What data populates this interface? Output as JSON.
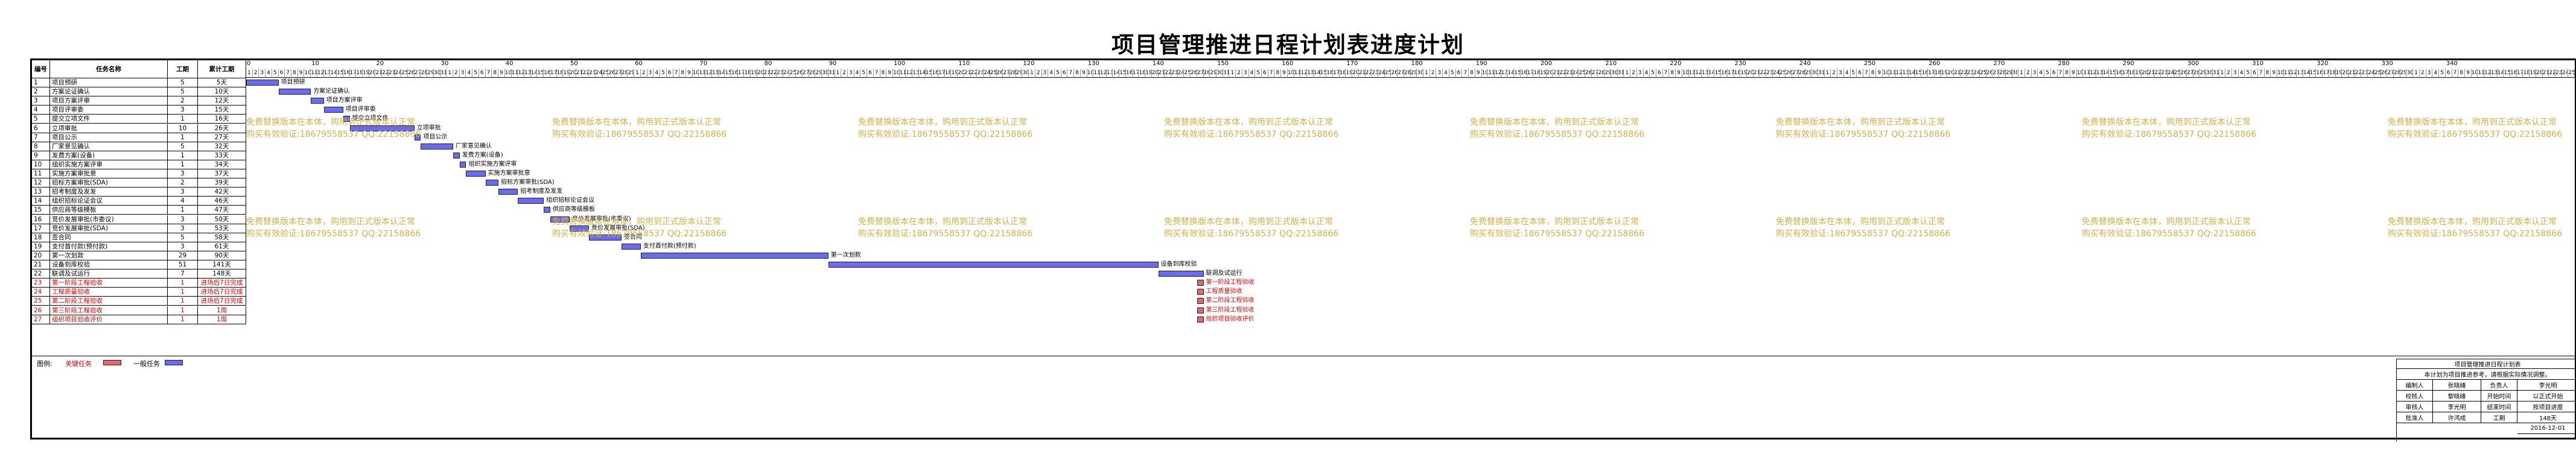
{
  "title": "项目管理推进日程计划表进度计划",
  "table": {
    "headers": {
      "no": "编号",
      "task": "任务名称",
      "days": "工期",
      "cum": "累计工期"
    },
    "rows": [
      {
        "no": "1",
        "task": "项目预研",
        "days": "5",
        "cum": "5天",
        "red": false
      },
      {
        "no": "2",
        "task": "方案论证确认",
        "days": "5",
        "cum": "10天",
        "red": false
      },
      {
        "no": "3",
        "task": "项目方案评审",
        "days": "2",
        "cum": "12天",
        "red": false
      },
      {
        "no": "4",
        "task": "项目评审委",
        "days": "3",
        "cum": "15天",
        "red": false
      },
      {
        "no": "5",
        "task": "提交立项文件",
        "days": "1",
        "cum": "16天",
        "red": false
      },
      {
        "no": "6",
        "task": "立项审批",
        "days": "10",
        "cum": "26天",
        "red": false
      },
      {
        "no": "7",
        "task": "项目公示",
        "days": "1",
        "cum": "27天",
        "red": false
      },
      {
        "no": "8",
        "task": "厂家意见确认",
        "days": "5",
        "cum": "32天",
        "red": false
      },
      {
        "no": "9",
        "task": "发费方案(设备)",
        "days": "1",
        "cum": "33天",
        "red": false
      },
      {
        "no": "10",
        "task": "组织实施方案评审",
        "days": "1",
        "cum": "34天",
        "red": false
      },
      {
        "no": "11",
        "task": "实施方案审批意",
        "days": "3",
        "cum": "37天",
        "red": false
      },
      {
        "no": "12",
        "task": "招标方案审批(SDA)",
        "days": "2",
        "cum": "39天",
        "red": false
      },
      {
        "no": "13",
        "task": "招考制度及发发",
        "days": "3",
        "cum": "42天",
        "red": false
      },
      {
        "no": "14",
        "task": "组织招标论证会议",
        "days": "4",
        "cum": "46天",
        "red": false
      },
      {
        "no": "15",
        "task": "供应商等级模板",
        "days": "1",
        "cum": "47天",
        "red": false
      },
      {
        "no": "16",
        "task": "竞价发展审批(市委议)",
        "days": "3",
        "cum": "50天",
        "red": false
      },
      {
        "no": "17",
        "task": "竞价发展审批(SDA)",
        "days": "3",
        "cum": "53天",
        "red": false
      },
      {
        "no": "18",
        "task": "签合同",
        "days": "5",
        "cum": "58天",
        "red": false
      },
      {
        "no": "19",
        "task": "支付首付款(预付款)",
        "days": "3",
        "cum": "61天",
        "red": false
      },
      {
        "no": "20",
        "task": "第一次划款",
        "days": "29",
        "cum": "90天",
        "red": false
      },
      {
        "no": "21",
        "task": "设备到库校验",
        "days": "51",
        "cum": "141天",
        "red": false
      },
      {
        "no": "22",
        "task": "联调及试运行",
        "days": "7",
        "cum": "148天",
        "red": false
      },
      {
        "no": "23",
        "task": "第一阶段工程验收",
        "days": "1",
        "cum": "进场后7日完成",
        "red": true
      },
      {
        "no": "24",
        "task": "工程质量验收",
        "days": "1",
        "cum": "进场后7日完成",
        "red": true
      },
      {
        "no": "25",
        "task": "第二阶段工程验收",
        "days": "1",
        "cum": "进场后7日完成",
        "red": true
      },
      {
        "no": "26",
        "task": "第三阶段工程验收",
        "days": "1",
        "cum": "1周",
        "red": true
      },
      {
        "no": "27",
        "task": "组织项目验收评价",
        "days": "1",
        "cum": "1周",
        "red": true
      }
    ]
  },
  "gantt": {
    "major_ticks": [
      "0",
      "10",
      "20",
      "30",
      "40",
      "50",
      "60",
      "70",
      "80",
      "90",
      "100",
      "110",
      "120",
      "130",
      "140",
      "150",
      "160",
      "170",
      "180",
      "190",
      "200",
      "210",
      "220",
      "230",
      "240",
      "250",
      "260",
      "270",
      "280",
      "290",
      "300",
      "310",
      "320",
      "330",
      "340"
    ],
    "month_days": [
      31,
      29,
      31,
      30,
      31,
      30,
      31,
      31,
      30,
      31,
      30,
      31
    ],
    "tasks": [
      {
        "label": "项目预研",
        "start": 0,
        "dur": 5,
        "red": false
      },
      {
        "label": "方案论证确认",
        "start": 5,
        "dur": 5,
        "red": false
      },
      {
        "label": "项目方案评审",
        "start": 10,
        "dur": 2,
        "red": false
      },
      {
        "label": "项目评审委",
        "start": 12,
        "dur": 3,
        "red": false
      },
      {
        "label": "提交立项文件",
        "start": 15,
        "dur": 1,
        "red": false
      },
      {
        "label": "立项审批",
        "start": 16,
        "dur": 10,
        "red": false
      },
      {
        "label": "项目公示",
        "start": 26,
        "dur": 1,
        "red": false
      },
      {
        "label": "厂家意见确认",
        "start": 27,
        "dur": 5,
        "red": false
      },
      {
        "label": "发费方案(设备)",
        "start": 32,
        "dur": 1,
        "red": false
      },
      {
        "label": "组织实施方案评审",
        "start": 33,
        "dur": 1,
        "red": false
      },
      {
        "label": "实施方案审批意",
        "start": 34,
        "dur": 3,
        "red": false
      },
      {
        "label": "招标方案审批(SDA)",
        "start": 37,
        "dur": 2,
        "red": false
      },
      {
        "label": "招考制度及发发",
        "start": 39,
        "dur": 3,
        "red": false
      },
      {
        "label": "组织招标论证会议",
        "start": 42,
        "dur": 4,
        "red": false
      },
      {
        "label": "供应商等级模板",
        "start": 46,
        "dur": 1,
        "red": false
      },
      {
        "label": "竞价发展审批(市委议)",
        "start": 47,
        "dur": 3,
        "red": false
      },
      {
        "label": "竞价发展审批(SDA)",
        "start": 50,
        "dur": 3,
        "red": false
      },
      {
        "label": "签合同",
        "start": 53,
        "dur": 5,
        "red": false
      },
      {
        "label": "支付首付款(预付款)",
        "start": 58,
        "dur": 3,
        "red": false
      },
      {
        "label": "第一次划款",
        "start": 61,
        "dur": 29,
        "red": false
      },
      {
        "label": "设备到库校验",
        "start": 90,
        "dur": 51,
        "red": false
      },
      {
        "label": "联调及试运行",
        "start": 141,
        "dur": 7,
        "red": false
      },
      {
        "label": "第一阶段工程验收",
        "start": 147,
        "dur": 1,
        "red": true
      },
      {
        "label": "工程质量验收",
        "start": 147,
        "dur": 1,
        "red": true
      },
      {
        "label": "第二阶段工程验收",
        "start": 147,
        "dur": 1,
        "red": true
      },
      {
        "label": "第三阶段工程验收",
        "start": 147,
        "dur": 1,
        "red": true
      },
      {
        "label": "组织项目验收评价",
        "start": 147,
        "dur": 1,
        "red": true
      }
    ]
  },
  "watermark": {
    "line1": "免费替换版本在本体，购用到正式版本认正常",
    "line2": "购买有效验证:18679558537 QQ:22158866"
  },
  "legend": {
    "label": "图例:",
    "critical": "关键任务",
    "normal": "一般任务"
  },
  "signoff": {
    "title": "项目管理推进日程计划表",
    "desc": "本计划为项目推进参考，请根据实际情况调整。",
    "rows": [
      [
        "编制人",
        "张晓峰",
        "负责人",
        "李光明"
      ],
      [
        "校核人",
        "黎晓峰",
        "开始时间",
        "以正式开始"
      ],
      [
        "审核人",
        "李光明",
        "结束时间",
        "按项目进度"
      ],
      [
        "批准人",
        "许鸿成",
        "工期",
        "148天"
      ]
    ],
    "date": "2016-12-01"
  }
}
